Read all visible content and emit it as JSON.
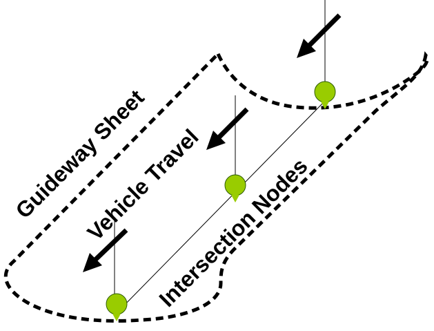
{
  "labels": {
    "guideway_sheet": "Guideway Sheet",
    "vehicle_travel": "Vehicle Travel",
    "intersection_nodes": "Intersection Nodes"
  },
  "colors": {
    "node_fill": "#99cc00",
    "outline": "#000000",
    "background": "#ffffff"
  },
  "icons": [
    "down-left-arrow-icon",
    "intersection-node-icon"
  ]
}
